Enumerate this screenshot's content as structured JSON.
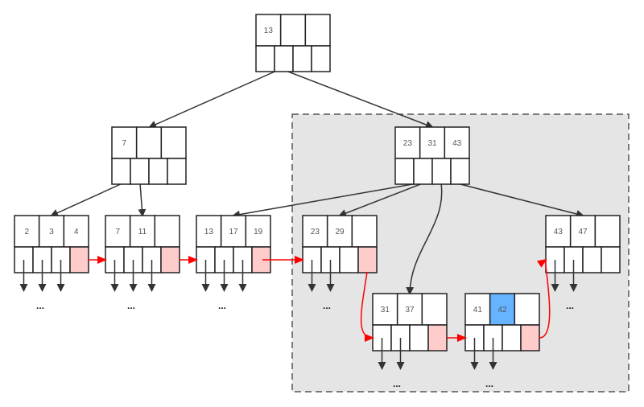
{
  "title": "B+ Tree with leaf linked list",
  "colors": {
    "highlight": "#66b3ff",
    "next_pointer_cell": "#ffcccc",
    "link_arrow": "#ff0000",
    "tree_arrow": "#333333",
    "subtree_region": "#e5e5e5"
  },
  "ellipsis": "...",
  "nodes": [
    {
      "id": "root",
      "keys": [
        "13",
        "",
        ""
      ]
    },
    {
      "id": "internal-left",
      "keys": [
        "7",
        "",
        ""
      ]
    },
    {
      "id": "internal-right",
      "keys": [
        "23",
        "31",
        "43"
      ]
    },
    {
      "id": "leaf-1",
      "keys": [
        "2",
        "3",
        "4"
      ]
    },
    {
      "id": "leaf-2",
      "keys": [
        "7",
        "11",
        ""
      ]
    },
    {
      "id": "leaf-3",
      "keys": [
        "13",
        "17",
        "19"
      ]
    },
    {
      "id": "leaf-4",
      "keys": [
        "23",
        "29",
        ""
      ]
    },
    {
      "id": "leaf-5",
      "keys": [
        "31",
        "37",
        ""
      ]
    },
    {
      "id": "leaf-6",
      "keys": [
        "41",
        "42",
        ""
      ],
      "highlighted_key": "42"
    },
    {
      "id": "leaf-7",
      "keys": [
        "43",
        "47",
        ""
      ]
    }
  ]
}
